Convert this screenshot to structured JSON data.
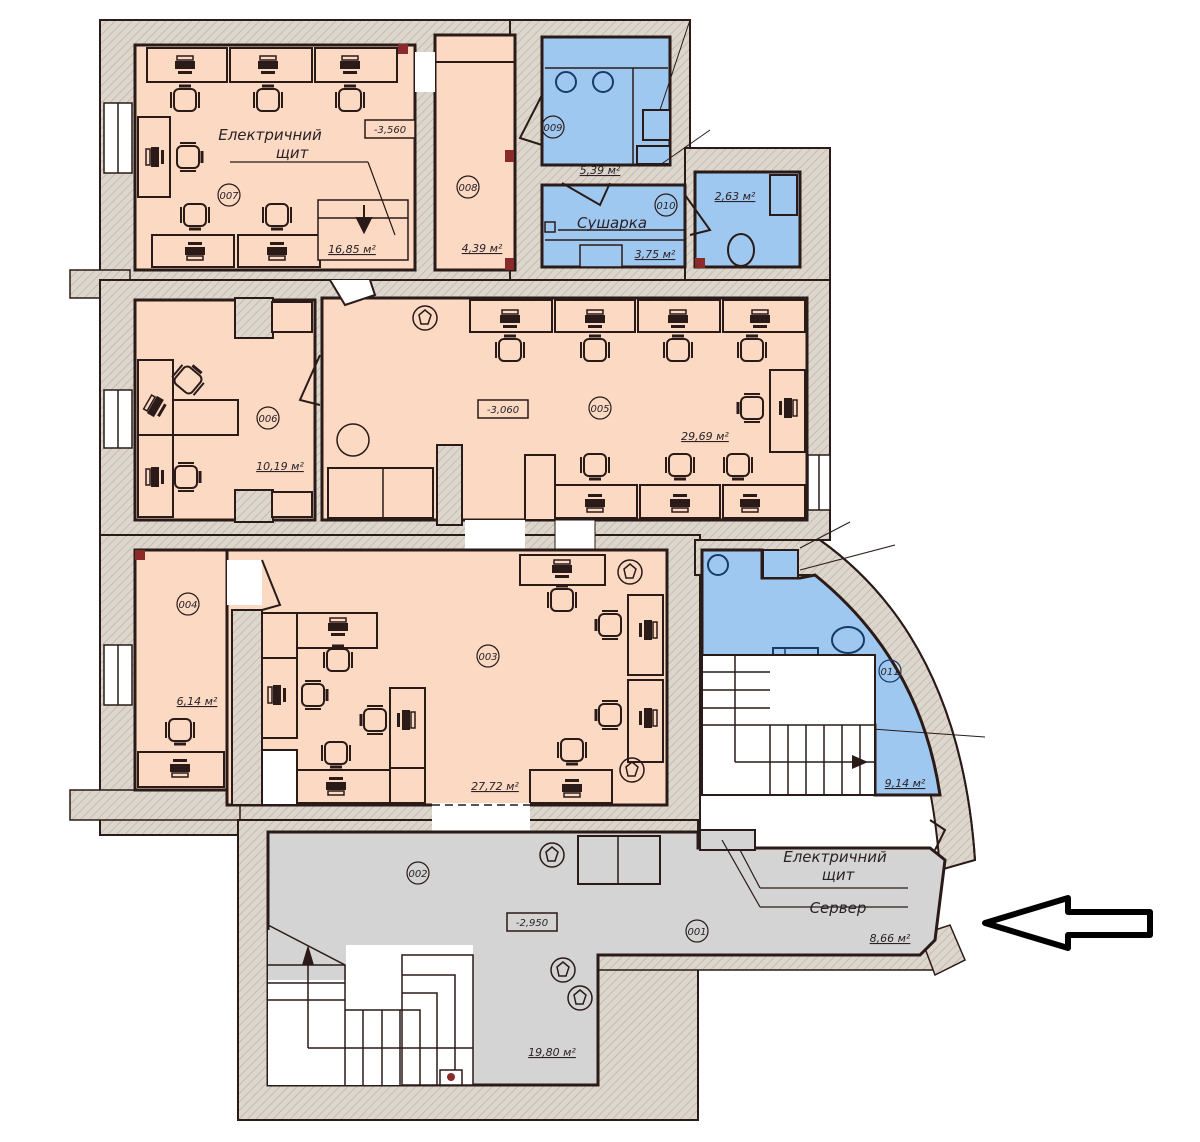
{
  "plan": {
    "colors": {
      "wall": "#d9d2c8",
      "wall_hatch": "#b3aaa0",
      "office": "#fbd9c3",
      "wet": "#9fc8f0",
      "hall": "#d4d4d4",
      "line": "#2a1a18",
      "column": "#8a2a2a"
    },
    "rooms": [
      {
        "id": "001",
        "number": "001",
        "area": "8,66 м²",
        "type": "hall"
      },
      {
        "id": "002",
        "number": "002",
        "area": "19,80 м²",
        "type": "hall",
        "level": "-2,950"
      },
      {
        "id": "003",
        "number": "003",
        "area": "27,72 м²",
        "type": "office"
      },
      {
        "id": "004",
        "number": "004",
        "area": "6,14 м²",
        "type": "office"
      },
      {
        "id": "005",
        "number": "005",
        "area": "29,69 м²",
        "type": "office",
        "level": "-3,060"
      },
      {
        "id": "006",
        "number": "006",
        "area": "10,19 м²",
        "type": "office"
      },
      {
        "id": "007",
        "number": "007",
        "area": "16,85 м²",
        "type": "office",
        "level": "-3,560"
      },
      {
        "id": "008",
        "number": "008",
        "area": "4,39 м²",
        "type": "office"
      },
      {
        "id": "009",
        "number": "009",
        "area": "5,39 м²",
        "type": "wet"
      },
      {
        "id": "010",
        "number": "010",
        "area": "3,75 м²",
        "type": "wet"
      },
      {
        "id": "010b",
        "number": "",
        "area": "2,63 м²",
        "type": "wet"
      },
      {
        "id": "011",
        "number": "011",
        "area": "9,14 м²",
        "type": "wet"
      }
    ],
    "notes": {
      "electric_panel_top_line1": "Електричний",
      "electric_panel_top_line2": "щит",
      "dryer": "Сушарка",
      "electric_panel_bottom_line1": "Електричний",
      "electric_panel_bottom_line2": "щит",
      "server": "Сервер"
    },
    "entrance_arrow": "entrance-arrow"
  }
}
